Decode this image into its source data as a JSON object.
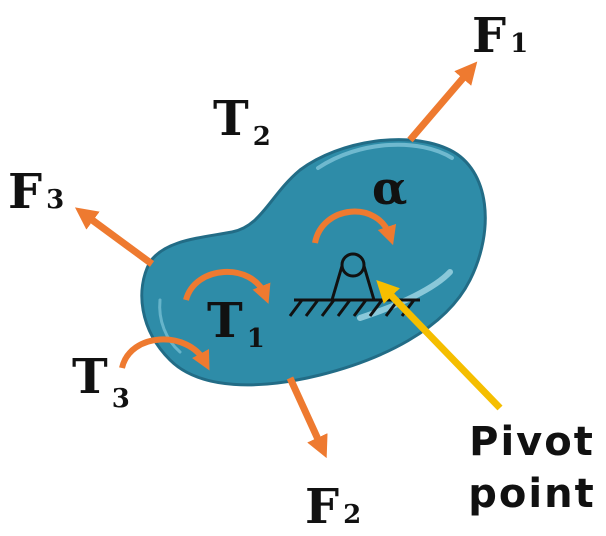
{
  "labels": {
    "f1": {
      "main": "F",
      "sub": "1"
    },
    "f2": {
      "main": "F",
      "sub": "2"
    },
    "f3": {
      "main": "F",
      "sub": "3"
    },
    "t1": {
      "main": "T",
      "sub": "1"
    },
    "t2": {
      "main": "T",
      "sub": "2"
    },
    "t3": {
      "main": "T",
      "sub": "3"
    },
    "alpha": "α",
    "pivot_line1": "Pivot",
    "pivot_line2": "point"
  },
  "colors": {
    "body_fill": "#2E8CA8",
    "body_stroke": "#226C86",
    "force_arrow": "#EE7A30",
    "pivot_arrow": "#F5BE00",
    "text": "#111111"
  }
}
